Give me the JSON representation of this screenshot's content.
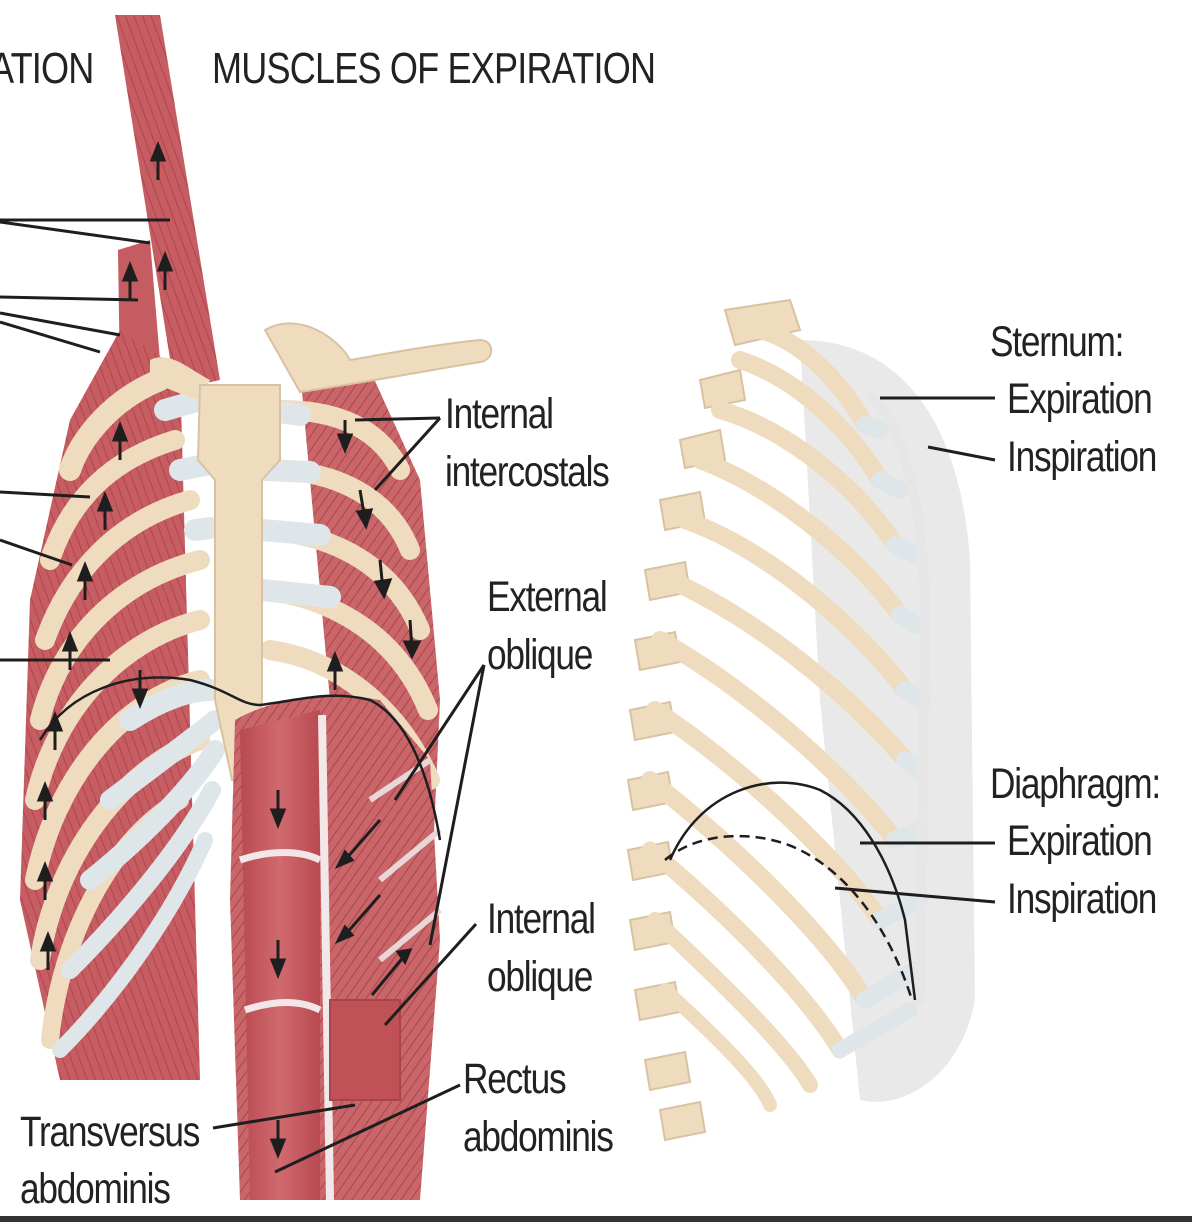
{
  "headings": {
    "left_cut": "ATION",
    "main": "MUSCLES OF EXPIRATION"
  },
  "labels": {
    "internal_intercostals_1": "Internal",
    "internal_intercostals_2": "intercostals",
    "external_oblique_1": "External",
    "external_oblique_2": "oblique",
    "internal_oblique_1": "Internal",
    "internal_oblique_2": "oblique",
    "rectus_abdominis_1": "Rectus",
    "rectus_abdominis_2": "abdominis",
    "transversus_abdominis_1": "Transversus",
    "transversus_abdominis_2": "abdominis",
    "sternum_title": "Sternum:",
    "sternum_expiration": "Expiration",
    "sternum_inspiration": "Inspiration",
    "diaphragm_title": "Diaphragm:",
    "diaphragm_expiration": "Expiration",
    "diaphragm_inspiration": "Inspiration"
  },
  "colors": {
    "muscle": "#c85a5f",
    "muscle_dark": "#a9424a",
    "bone": "#f1ddc0",
    "cartilage": "#dfe6ea",
    "leader": "#1e1e1e"
  }
}
